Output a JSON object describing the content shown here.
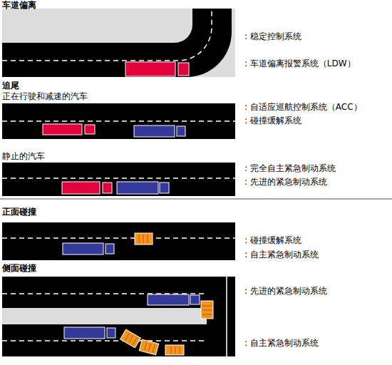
{
  "diagram": {
    "labels": [
      "车道偏离",
      ": 稳定控制系统",
      ": 车道偏离报警系统（LDW）",
      "追尾",
      "正在行驶和减速的汽车",
      ": 自适应巡航控制系统（ACC）",
      ": 碰撞缓解系统",
      "静止的汽车",
      ": 完全自主紧急制动系统",
      ": 先进的紧急制动系统",
      "正面碰撞",
      ": 碰撞缓解系统",
      ": 自主紧急制动系统",
      "侧面碰撞",
      ": 先进的紧急制动系统",
      ": 自主紧急制动系统"
    ]
  }
}
